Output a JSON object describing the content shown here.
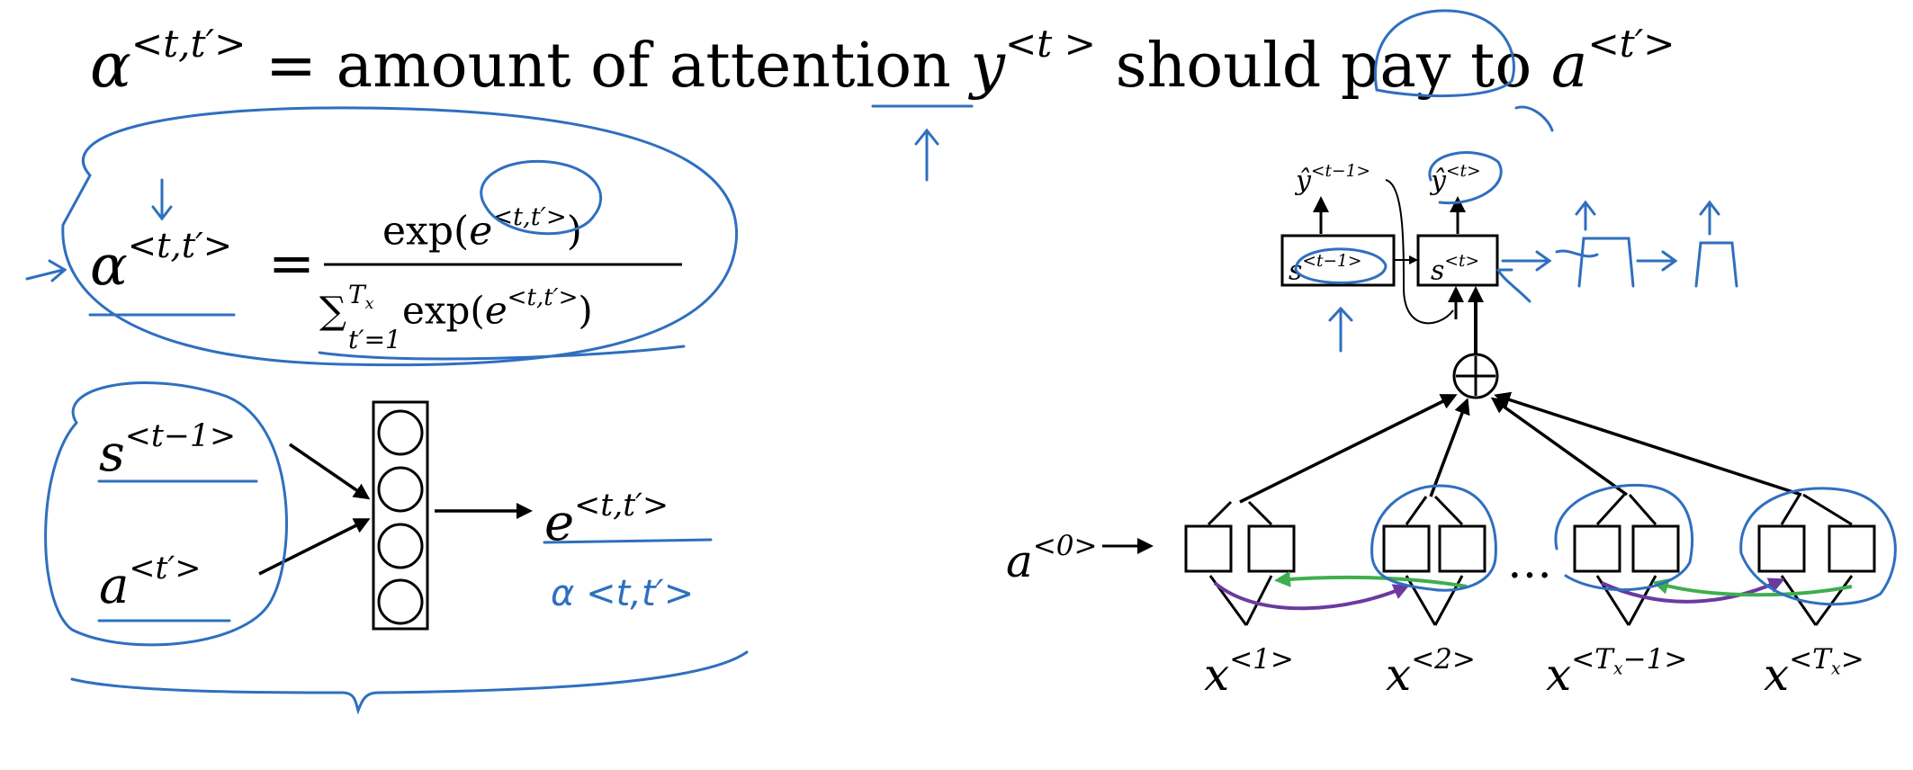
{
  "colors": {
    "ink": "#000000",
    "annotation": "#2f6fbf",
    "green_arrow": "#3fae4f",
    "purple_arrow": "#6b3aa0"
  },
  "title": {
    "alpha": "α",
    "alpha_sup": "<t,t′>",
    "text": "= amount of attention",
    "y": "y",
    "y_sup": "<t >",
    "text2": "should pay to",
    "a": "a",
    "a_sup": "<t′>"
  },
  "softmax": {
    "alpha": "α",
    "alpha_sup": "<t,t′>",
    "equals": "=",
    "numerator_exp": "exp(",
    "numerator_e": "e",
    "numerator_e_sup": "<t,t′>",
    "numerator_close": ")",
    "denominator_sum": "∑",
    "denominator_sum_sup": "T",
    "denominator_sum_sup_sub": "x",
    "denominator_sum_sub": "t′=1",
    "denominator_exp": "exp(",
    "denominator_e": "e",
    "denominator_e_sup": "<t,t′>",
    "denominator_close": ")"
  },
  "small_net": {
    "s": "s",
    "s_sup": "<t−1>",
    "a": "a",
    "a_sup": "<t′>",
    "e": "e",
    "e_sup": "<t,t′>",
    "handwritten_alpha": "α <t,t′>"
  },
  "attention_model": {
    "y_prev": "ŷ",
    "y_prev_sup": "<t−1>",
    "y_cur": "ŷ",
    "y_cur_sup": "<t>",
    "s_prev": "s",
    "s_prev_sup": "<t−1>",
    "s_cur": "s",
    "s_cur_sup": "<t>",
    "a0": "a",
    "a0_sup": "<0>",
    "ellipsis": "…",
    "x1": "x",
    "x1_sup": "<1>",
    "x2": "x",
    "x2_sup": "<2>",
    "x3": "x",
    "x3_sup": "<T",
    "x3_sup_sub": "x",
    "x3_sup_end": "−1>",
    "x4": "x",
    "x4_sup": "<T",
    "x4_sup_sub": "x",
    "x4_sup_end": ">"
  }
}
